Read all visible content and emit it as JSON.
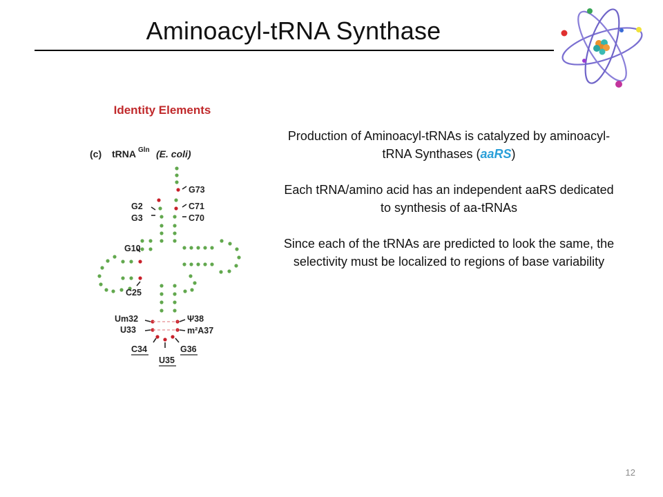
{
  "slide": {
    "title": "Aminoacyl-tRNA Synthase",
    "page_number": "12"
  },
  "figure": {
    "heading": "Identity Elements",
    "panel_letter": "(c)",
    "trna_name": "tRNA",
    "trna_superscript": "Gln",
    "organism": "(E. coli)",
    "labels": {
      "g73": "G73",
      "g2": "G2",
      "c71": "C71",
      "g3": "G3",
      "c70": "C70",
      "g10": "G10",
      "c25": "C25",
      "um32": "Um32",
      "psi38": "Ψ38",
      "u33": "U33",
      "m2a37": "m²A37",
      "c34": "C34",
      "g36": "G36",
      "u35": "U35"
    },
    "colors": {
      "identity": "#c8202a",
      "backbone": "#62a84e"
    }
  },
  "body": {
    "p1_text": "Production of Aminoacyl-tRNAs is catalyzed by aminoacyl-tRNA Synthases (",
    "p1_accent": "aaRS",
    "p1_close": ")",
    "p2": "Each tRNA/amino acid has an independent aaRS dedicated to synthesis of aa-tRNAs",
    "p3": "Since each of the tRNAs are predicted to look the same, the selectivity must be localized to regions of base variability"
  }
}
